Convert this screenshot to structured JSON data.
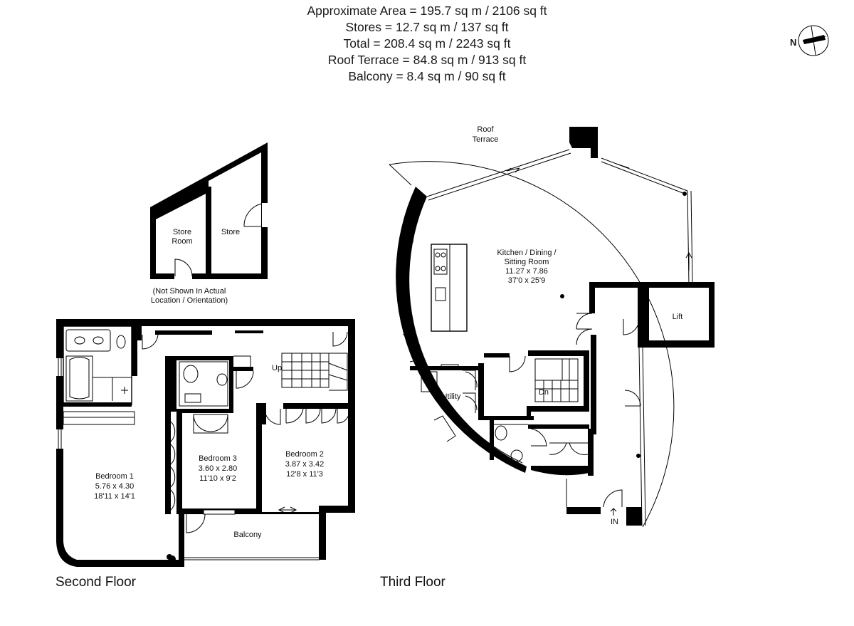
{
  "header": {
    "lines": [
      "Approximate Area = 195.7 sq m / 2106 sq ft",
      "Stores = 12.7 sq m / 137 sq ft",
      "Total = 208.4 sq m / 2243 sq ft",
      "Roof Terrace = 84.8 sq m / 913 sq ft",
      "Balcony = 8.4 sq m / 90 sq ft"
    ]
  },
  "compass": {
    "label": "N",
    "icon": "compass-north-icon"
  },
  "stores": {
    "store_room": [
      "Store",
      "Room"
    ],
    "store": "Store",
    "note": [
      "(Not Shown In Actual",
      "Location / Orientation)"
    ]
  },
  "second_floor": {
    "title": "Second Floor",
    "up": "Up",
    "bedroom1": [
      "Bedroom 1",
      "5.76 x 4.30",
      "18'11 x 14'1"
    ],
    "bedroom3": [
      "Bedroom 3",
      "3.60 x 2.80",
      "11'10 x 9'2"
    ],
    "bedroom2": [
      "Bedroom 2",
      "3.87 x 3.42",
      "12'8 x 11'3"
    ],
    "balcony": "Balcony"
  },
  "third_floor": {
    "title": "Third Floor",
    "roof_terrace": [
      "Roof",
      "Terrace"
    ],
    "kitchen": [
      "Kitchen / Dining /",
      "Sitting Room",
      "11.27 x 7.86",
      "37'0 x 25'9"
    ],
    "lift": "Lift",
    "utility": "Utility",
    "dn": "Dn",
    "in": "IN"
  }
}
